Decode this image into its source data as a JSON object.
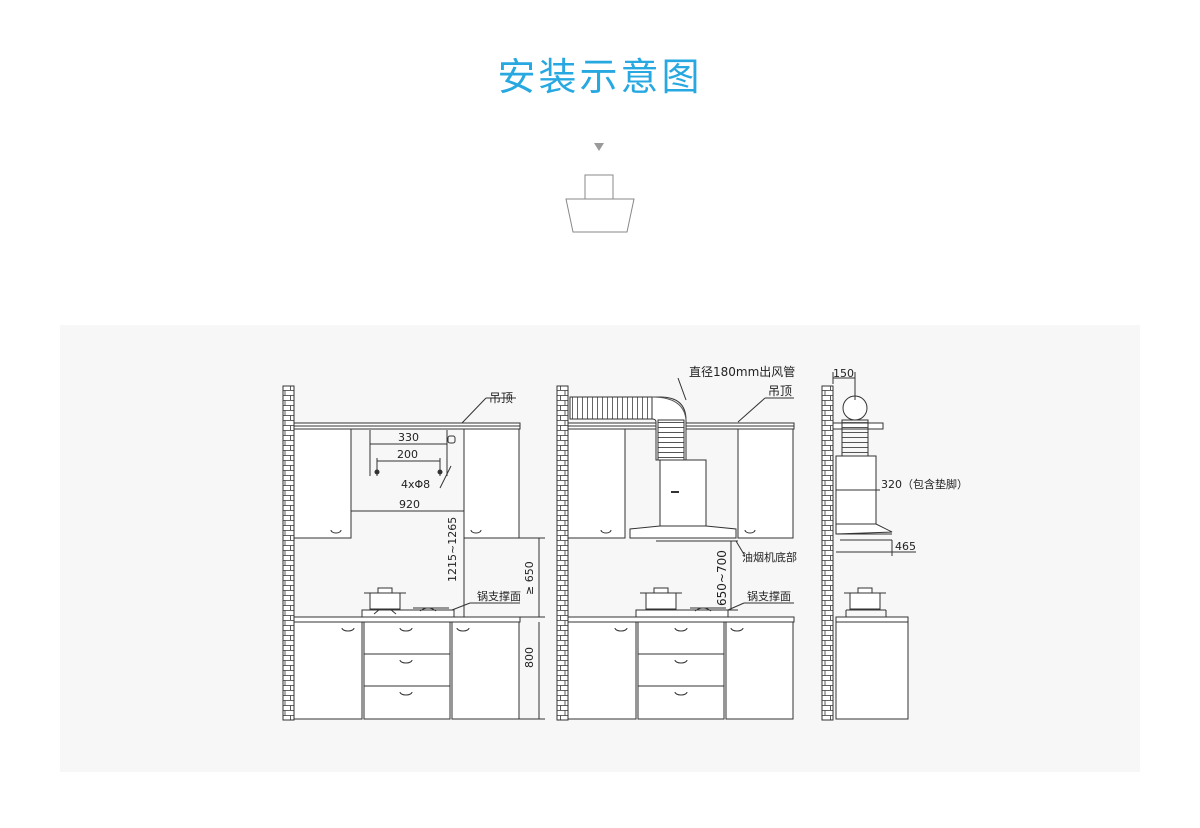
{
  "page": {
    "title": "安装示意图"
  },
  "icons": {
    "arrow": "triangle-down-icon",
    "hood": "range-hood-icon"
  },
  "colors": {
    "title": "#27a8e0",
    "panel": "#f7f7f7",
    "line": "#333333"
  },
  "diagram_left": {
    "ceiling_label": "吊顶",
    "dim_330": "330",
    "dim_200": "200",
    "hole_label": "4xΦ8",
    "dim_920": "920",
    "dim_height_range": "1215~1265",
    "dim_min_650": "≥ 650",
    "pot_support_label": "锅支撑面",
    "dim_800": "800"
  },
  "diagram_middle": {
    "duct_label": "直径180mm出风管",
    "ceiling_label": "吊顶",
    "hood_bottom_label": "油烟机底部",
    "dim_650_700": "650~700",
    "pot_support_label": "锅支撑面"
  },
  "diagram_right": {
    "dim_150": "150",
    "dim_320": "320（包含垫脚）",
    "dim_465": "465"
  }
}
